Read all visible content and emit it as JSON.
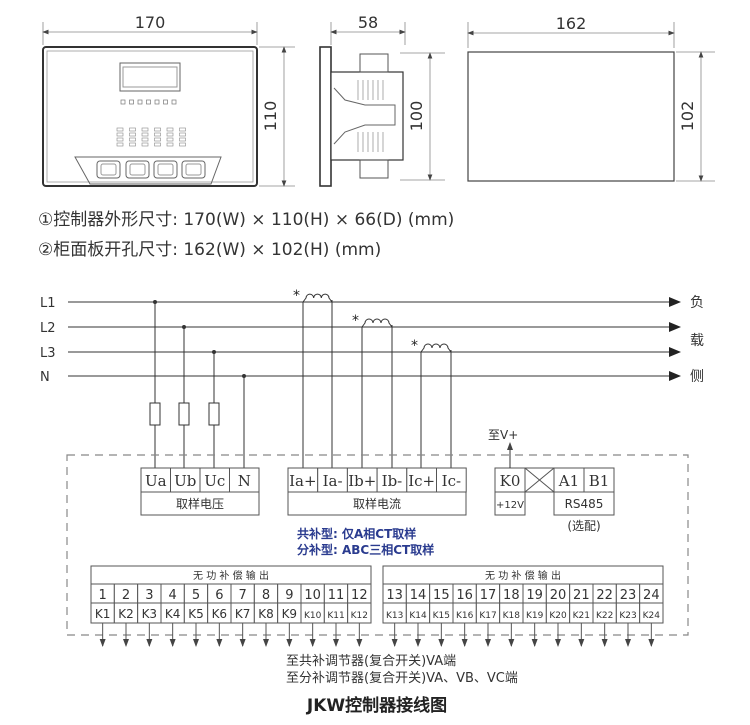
{
  "dimensions": {
    "front_width": "170",
    "front_height": "110",
    "side_depth": "58",
    "side_height": "100",
    "cutout_width": "162",
    "cutout_height": "102"
  },
  "notes": {
    "line1": "①控制器外形尺寸: 170(W) × 110(H) × 66(D) (mm)",
    "line2": "②柜面板开孔尺寸: 162(W) × 102(H) (mm)"
  },
  "lines": {
    "labels": [
      "L1",
      "L2",
      "L3",
      "N"
    ],
    "load_side": [
      "负",
      "载",
      "侧"
    ]
  },
  "voltage_terminals": {
    "cells": [
      "Ua",
      "Ub",
      "Uc",
      "N"
    ],
    "label": "取样电压"
  },
  "current_terminals": {
    "cells": [
      "Ia+",
      "Ia-",
      "Ib+",
      "Ib-",
      "Ic+",
      "Ic-"
    ],
    "label": "取样电流"
  },
  "comm_terminals": {
    "k0": "K0",
    "plus12v": "+12V",
    "a1": "A1",
    "b1": "B1",
    "rs485": "RS485",
    "optional": "(选配)",
    "to_vplus": "至V+"
  },
  "ct_notes": {
    "common": "共补型: 仅A相CT取样",
    "split": "分补型: ABC三相CT取样"
  },
  "outputs": {
    "header": "无 功 补 偿 输 出",
    "numbers_left": [
      "1",
      "2",
      "3",
      "4",
      "5",
      "6",
      "7",
      "8",
      "9",
      "10",
      "11",
      "12"
    ],
    "k_left": [
      "K1",
      "K2",
      "K3",
      "K4",
      "K5",
      "K6",
      "K7",
      "K8",
      "K9",
      "K10",
      "K11",
      "K12"
    ],
    "numbers_right": [
      "13",
      "14",
      "15",
      "16",
      "17",
      "18",
      "19",
      "20",
      "21",
      "22",
      "23",
      "24"
    ],
    "k_right": [
      "K13",
      "K14",
      "K15",
      "K16",
      "K17",
      "K18",
      "K19",
      "K20",
      "K21",
      "K22",
      "K23",
      "K24"
    ]
  },
  "bottom_notes": {
    "common": "至共补调节器(复合开关)VA端",
    "split": "至分补调节器(复合开关)VA、VB、VC端"
  },
  "title": "JKW控制器接线图",
  "colors": {
    "note_blue": "#2a3b8f",
    "line": "#333333"
  }
}
